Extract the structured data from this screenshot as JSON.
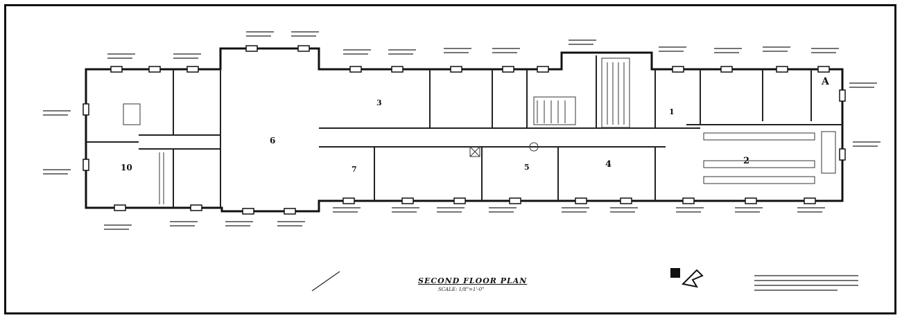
{
  "drawing": {
    "title": "SECOND FLOOR PLAN",
    "scale": "SCALE: 1/8\"=1'-0\""
  },
  "room_numbers": [
    "A",
    "2",
    "4",
    "10",
    "6",
    "5",
    "7",
    "3",
    "1"
  ]
}
